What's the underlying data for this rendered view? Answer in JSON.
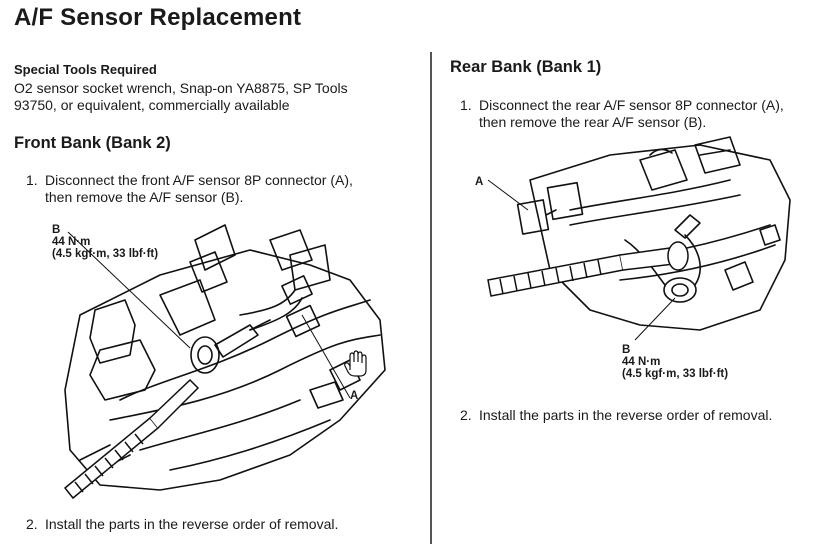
{
  "title": "A/F Sensor Replacement",
  "special_tools": {
    "heading": "Special Tools Required",
    "text": "O2 sensor socket wrench, Snap-on YA8875, SP Tools 93750, or equivalent, commercially available"
  },
  "front_bank": {
    "heading": "Front Bank (Bank 2)",
    "step1_num": "1.",
    "step1_line1": "Disconnect the front A/F sensor 8P connector (A),",
    "step1_line2": "then remove the A/F sensor (B).",
    "callout_b_letter": "B",
    "callout_b_torque": "44 N·m",
    "callout_b_alt": "(4.5 kgf·m, 33 lbf·ft)",
    "callout_a": "A",
    "step2_num": "2.",
    "step2": "Install the parts in the reverse order of removal."
  },
  "rear_bank": {
    "heading": "Rear Bank (Bank 1)",
    "step1_num": "1.",
    "step1_line1": "Disconnect the rear A/F sensor 8P connector (A),",
    "step1_line2": "then remove the rear A/F sensor (B).",
    "callout_a": "A",
    "callout_b_letter": "B",
    "callout_b_torque": "44 N·m",
    "callout_b_alt": "(4.5 kgf·m, 33 lbf·ft)",
    "step2_num": "2.",
    "step2": "Install the parts in the reverse order of removal."
  },
  "icons": [
    "hand-pointer-icon"
  ]
}
